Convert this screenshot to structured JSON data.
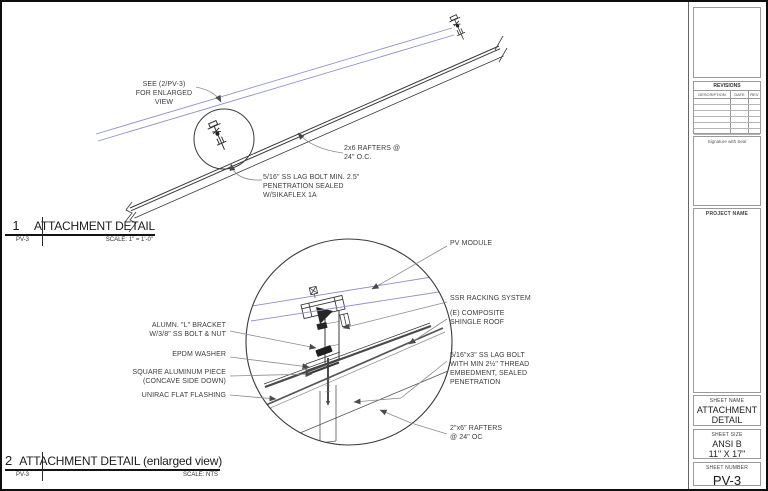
{
  "sheet": {
    "background": "#ffffff",
    "border_color": "#0d0d0d",
    "line_color": "#3a3a3a",
    "leader_color": "#8a8a8a",
    "pv_line_color": "#8f8fd0",
    "flashing_color": "#4a4a4a"
  },
  "detail1": {
    "number": "1",
    "sheet_ref": "PV-3",
    "title": "ATTACHMENT DETAIL",
    "scale": "SCALE: 1\" = 1'-0\"",
    "labels": {
      "see_enlarged": "SEE (2/PV-3)\nFOR ENLARGED\nVIEW",
      "rafters": "2x6 RAFTERS @\n24\" O.C.",
      "lag_bolt": "5/16\" SS LAG BOLT MIN. 2.5\"\nPENETRATION SEALED\nW/SIKAFLEX 1A"
    }
  },
  "detail2": {
    "number": "2",
    "sheet_ref": "PV-3",
    "title": "ATTACHMENT DETAIL (enlarged view)",
    "scale": "SCALE: NTS",
    "labels": {
      "pv_module": "PV MODULE",
      "ssr_racking": "SSR RACKING SYSTEM",
      "composite_roof": "(E) COMPOSITE\nSHINGLE ROOF",
      "lag_bolt": "5/16\"x3\" SS LAG BOLT\nWITH MIN 2½\" THREAD\nEMBEDMENT, SEALED\nPENETRATION",
      "l_bracket": "ALUMN. \"L\" BRACKET\nW/3/8\" SS BOLT & NUT",
      "epdm_washer": "EPDM WASHER",
      "square_aluminum": "SQUARE ALUMINUM PIECE\n(CONCAVE SIDE DOWN)",
      "unirac_flashing": "UNIRAC FLAT FLASHING",
      "rafters": "2\"x6\" RAFTERS\n@ 24\" OC"
    }
  },
  "titleblock": {
    "revisions": {
      "title": "REVISIONS",
      "columns": [
        "DESCRIPTION",
        "DATE",
        "REV"
      ],
      "rows": 6
    },
    "signature": "Signature with Seal",
    "project_name_label": "PROJECT NAME",
    "sheet_name_label": "SHEET NAME",
    "sheet_name": "ATTACHMENT\nDETAIL",
    "sheet_size_label": "SHEET SIZE",
    "sheet_size": "ANSI B\n11\" X 17\"",
    "sheet_number_label": "SHEET NUMBER",
    "sheet_number": "PV-3"
  }
}
